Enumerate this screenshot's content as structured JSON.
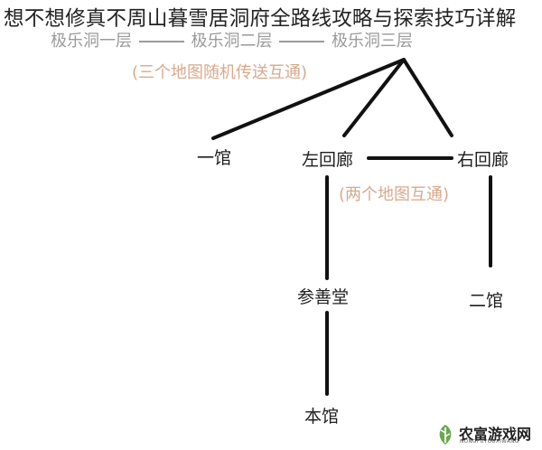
{
  "title": "想不想修真不周山暮雪居洞府全路线攻略与探索技巧详解",
  "layers": [
    "极乐洞一层",
    "极乐洞二层",
    "极乐洞三层"
  ],
  "notes": {
    "three_maps": "(三个地图随机传送互通)",
    "two_maps": "(两个地图互通)"
  },
  "nodes": {
    "yiguan": "一馆",
    "zuohuilang": "左回廊",
    "youhuilang": "右回廊",
    "canshantang": "参善堂",
    "erguan": "二馆",
    "benguan": "本馆"
  },
  "watermark": {
    "name": "农富游戏网",
    "sub": "NONGFUYOUXIWANG"
  },
  "colors": {
    "line": "#111111",
    "note": "#d8a98b",
    "layer": "#9a9a9a"
  }
}
